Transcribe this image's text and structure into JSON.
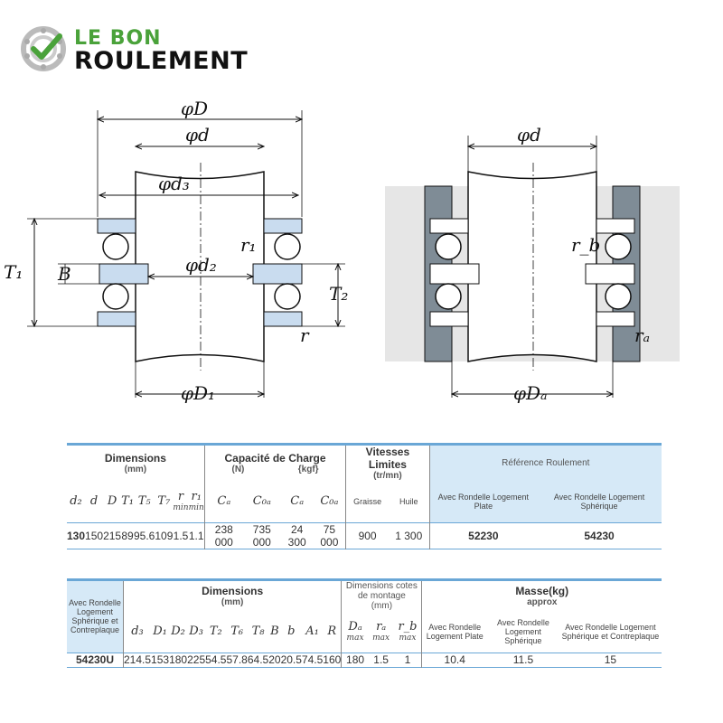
{
  "logo": {
    "line1": "LE BON",
    "line2": "ROULEMENT"
  },
  "diagram": {
    "left": {
      "D": "φD",
      "d": "φd",
      "d3": "φd₃",
      "d2": "φd₂",
      "D1": "φD₁",
      "T1": "T₁",
      "B": "B",
      "T2": "T₂",
      "r1": "r₁",
      "r": "r"
    },
    "right": {
      "d": "φd",
      "Da": "φDₐ",
      "rb": "r_b",
      "ra": "rₐ"
    }
  },
  "table1": {
    "group_dimensions": "Dimensions",
    "unit_mm": "(mm)",
    "group_capacity": "Capacité de Charge",
    "unit_n": "(N)",
    "unit_kgf": "{kgf}",
    "group_speed": "Vitesses Limites",
    "unit_speed": "(tr/mn)",
    "group_ref": "Référence Roulement",
    "ref_plate": "Avec Rondelle Logement Plate",
    "ref_spherique": "Avec Rondelle Logement Sphérique",
    "cols": [
      "d₂",
      "d",
      "D",
      "T₁",
      "T₅",
      "T₇",
      "r",
      "r₁",
      "Cₐ",
      "C₀ₐ",
      "Cₐ",
      "C₀ₐ",
      "Graisse",
      "Huile"
    ],
    "min": "min",
    "row": [
      "130",
      "150",
      "215",
      "89",
      "95.6",
      "109",
      "1.5",
      "1.1",
      "238 000",
      "735 000",
      "24 300",
      "75 000",
      "900",
      "1 300",
      "52230",
      "54230"
    ]
  },
  "table2": {
    "ref_header": "Avec Rondelle Logement Sphérique et Contreplaque",
    "group_dimensions": "Dimensions",
    "unit_mm": "(mm)",
    "group_mounting": "Dimensions cotes de montage",
    "unit_mounting": "(mm)",
    "group_mass": "Masse(kg)",
    "mass_approx": "approx",
    "mass_plate": "Avec Rondelle Logement Plate",
    "mass_spherique": "Avec Rondelle Logement Sphérique",
    "mass_contre": "Avec Rondelle Logement Sphérique et Contreplaque",
    "cols": [
      "d₃",
      "D₁",
      "D₂",
      "D₃",
      "T₂",
      "T₆",
      "T₈",
      "B",
      "b",
      "A₁",
      "R",
      "Dₐ",
      "rₐ",
      "r_b"
    ],
    "max": "max",
    "row": [
      "54230U",
      "214.5",
      "153",
      "180",
      "225",
      "54.5",
      "57.8",
      "64.5",
      "20",
      "20.5",
      "74.5",
      "160",
      "180",
      "1.5",
      "1",
      "10.4",
      "11.5",
      "15"
    ]
  }
}
